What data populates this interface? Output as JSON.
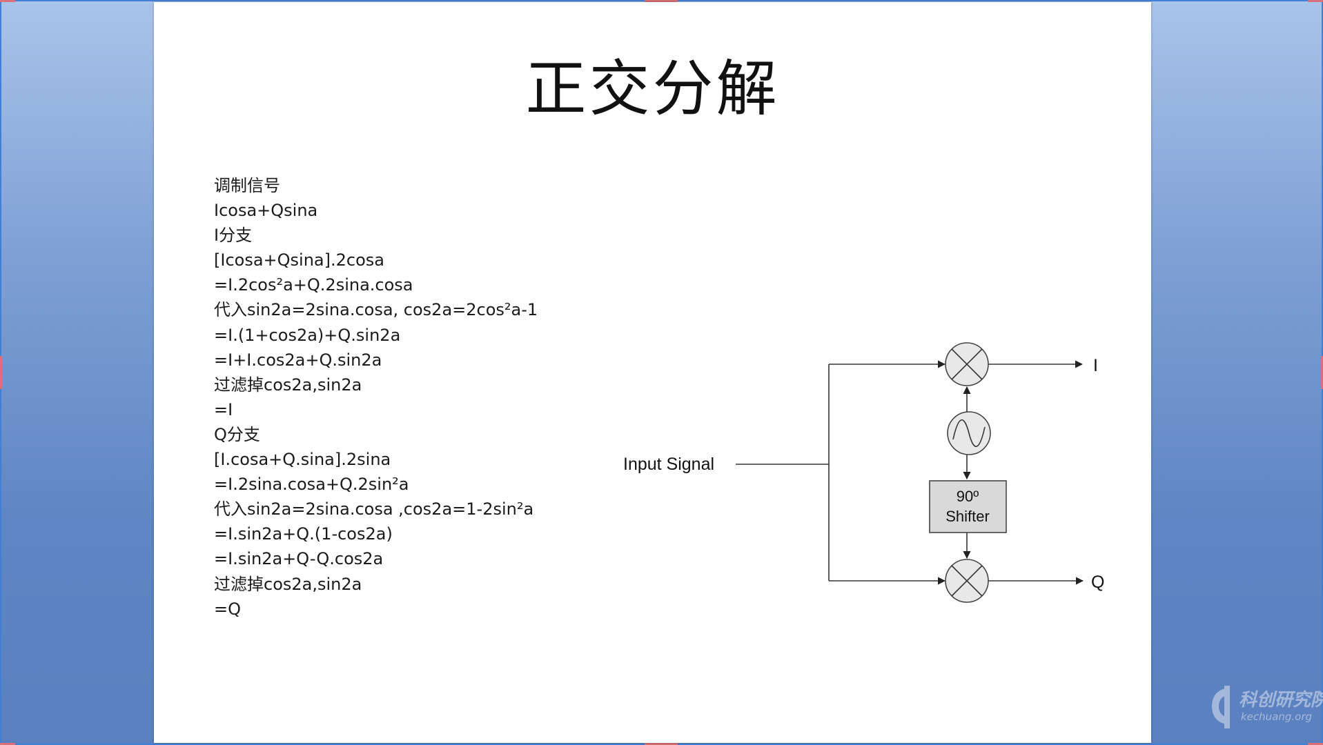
{
  "slide": {
    "title": "正交分解",
    "lines": [
      "调制信号",
      "Icosa+Qsina",
      "I分支",
      "[Icosa+Qsina].2cosa",
      "=I.2cos²a+Q.2sina.cosa",
      "代入sin2a=2sina.cosa, cos2a=2cos²a-1",
      "=I.(1+cos2a)+Q.sin2a",
      "=I+I.cos2a+Q.sin2a",
      "过滤掉cos2a,sin2a",
      "=I",
      "Q分支",
      "[I.cosa+Q.sina].2sina",
      "=I.2sina.cosa+Q.2sin²a",
      "代入sin2a=2sina.cosa ,cos2a=1-2sin²a",
      "=I.sin2a+Q.(1-cos2a)",
      "=I.sin2a+Q-Q.cos2a",
      "过滤掉cos2a,sin2a",
      "=Q"
    ]
  },
  "diagram": {
    "input_label": "Input Signal",
    "output_i": "I",
    "output_q": "Q",
    "shifter_line1": "90º",
    "shifter_line2": "Shifter"
  },
  "watermark": {
    "cn": "科创研究院",
    "en": "kechuang.org"
  },
  "colors": {
    "frame_border": "#3f7fd6",
    "background_top": "#a9c4ea",
    "background_bottom": "#5a80bf",
    "shifter_fill": "#d9d9d9",
    "diagram_stroke": "#333333"
  }
}
